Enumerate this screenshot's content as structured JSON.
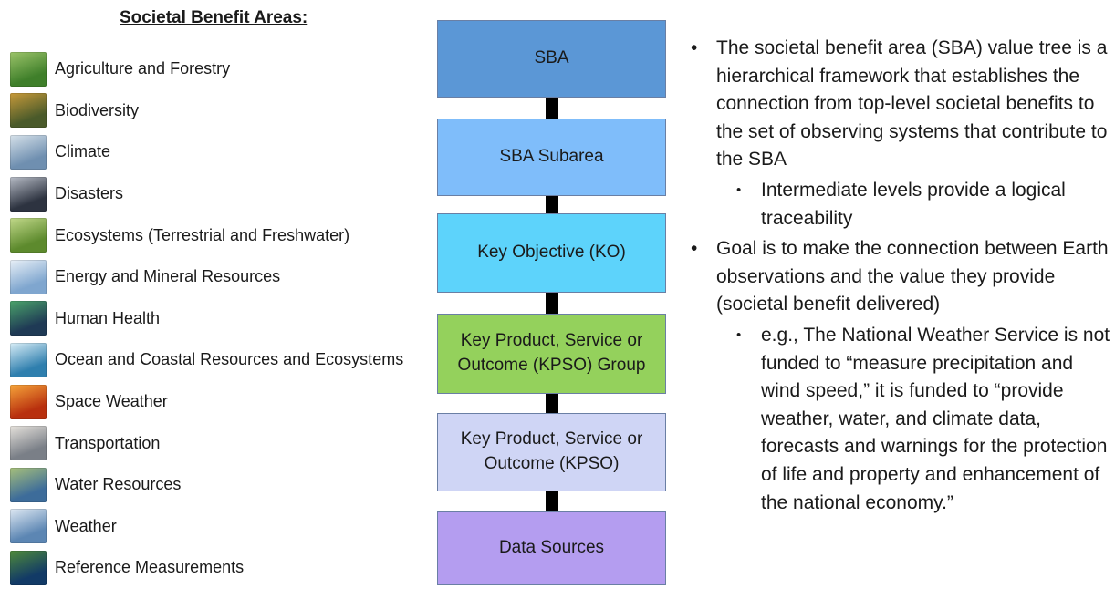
{
  "left": {
    "title": "Societal Benefit Areas:",
    "items": [
      {
        "label": "Agriculture and Forestry",
        "icon": "agriculture-thumbnail",
        "c1": "#3f7f2a",
        "c2": "#9cc46a"
      },
      {
        "label": "Biodiversity",
        "icon": "biodiversity-thumbnail",
        "c1": "#4a5a2a",
        "c2": "#c89a3a"
      },
      {
        "label": "Climate",
        "icon": "climate-thumbnail",
        "c1": "#6f8fb0",
        "c2": "#d7e2ea"
      },
      {
        "label": "Disasters",
        "icon": "disasters-thumbnail",
        "c1": "#2d3340",
        "c2": "#b7bcc6"
      },
      {
        "label": "Ecosystems (Terrestrial and Freshwater)",
        "icon": "ecosystems-thumbnail",
        "c1": "#5d8a2d",
        "c2": "#c2d98a"
      },
      {
        "label": "Energy and Mineral Resources",
        "icon": "energy-thumbnail",
        "c1": "#7fa6cf",
        "c2": "#e9f0f7"
      },
      {
        "label": "Human Health",
        "icon": "health-thumbnail",
        "c1": "#1f3a55",
        "c2": "#4aa36a"
      },
      {
        "label": "Ocean and Coastal Resources and Ecosystems",
        "icon": "ocean-thumbnail",
        "c1": "#2f7fae",
        "c2": "#d8eef7"
      },
      {
        "label": "Space Weather",
        "icon": "space-weather-thumbnail",
        "c1": "#b8300e",
        "c2": "#f6a53a"
      },
      {
        "label": "Transportation",
        "icon": "transportation-thumbnail",
        "c1": "#7a7f87",
        "c2": "#e6e2dc"
      },
      {
        "label": "Water Resources",
        "icon": "water-thumbnail",
        "c1": "#3d6c9a",
        "c2": "#a7c07a"
      },
      {
        "label": "Weather",
        "icon": "weather-thumbnail",
        "c1": "#5c86b3",
        "c2": "#dfe9f3"
      },
      {
        "label": "Reference Measurements",
        "icon": "earth-thumbnail",
        "c1": "#123a66",
        "c2": "#4e8a3a"
      }
    ]
  },
  "tree": {
    "levels": [
      {
        "label": "SBA",
        "color": "#5b97d6"
      },
      {
        "label": "SBA Subarea",
        "color": "#7fbdfa"
      },
      {
        "label": "Key Objective (KO)",
        "color": "#5dd3fb"
      },
      {
        "label": "Key Product, Service or Outcome (KPSO) Group",
        "color": "#94d15c"
      },
      {
        "label": "Key Product, Service or Outcome (KPSO)",
        "color": "#cfd5f5"
      },
      {
        "label": "Data Sources",
        "color": "#b49df0"
      }
    ]
  },
  "right": {
    "bullet1": "The societal benefit area (SBA) value tree is a hierarchical framework that establishes the connection from top-level societal benefits to the set of observing systems that contribute to the SBA",
    "sub1": "Intermediate levels provide a logical traceability",
    "bullet2": "Goal is to make the connection between Earth observations and the value they provide (societal benefit delivered)",
    "sub2": "e.g., The National Weather Service is not funded to “measure precipitation and wind speed,” it is funded to “provide weather, water, and climate data, forecasts and warnings for the protection of life and property and enhancement of the national economy.”"
  }
}
